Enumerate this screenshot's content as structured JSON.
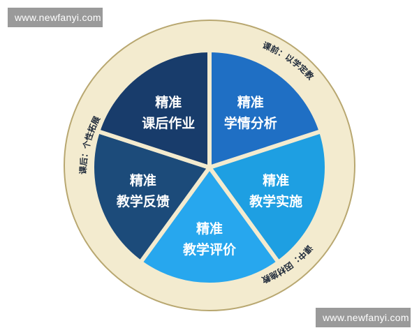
{
  "watermarks": {
    "top": "www.newfanyi.com",
    "bottom": "www.newfanyi.com"
  },
  "ring_labels": {
    "pre_class": "课前：以学定教",
    "in_class": "课中：因材施教",
    "post_class": "课后：个性拓展"
  },
  "segments": [
    {
      "line1": "精准",
      "line2": "学情分析",
      "color": "#1f6fc4"
    },
    {
      "line1": "精准",
      "line2": "教学实施",
      "color": "#1e9fe2"
    },
    {
      "line1": "精准",
      "line2": "教学评价",
      "color": "#27a7ee"
    },
    {
      "line1": "精准",
      "line2": "教学反馈",
      "color": "#1c4b7a"
    },
    {
      "line1": "精准",
      "line2": "课后作业",
      "color": "#183c6b"
    }
  ],
  "colors": {
    "ring_fill": "#f3ebcf",
    "ring_stroke": "#b8a770",
    "divider": "#f3ebcf"
  }
}
